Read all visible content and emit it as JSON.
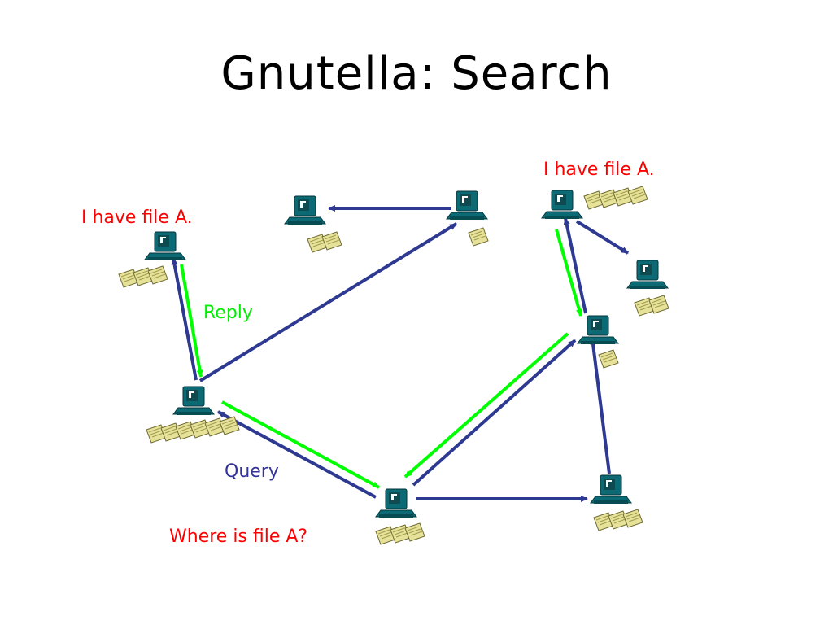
{
  "slide": {
    "title": "Gnutella: Search"
  },
  "labels": {
    "have_file_left": "I have file A.",
    "have_file_right": "I have file A.",
    "reply": "Reply",
    "query": "Query",
    "where": "Where is file A?"
  },
  "colors": {
    "query_arrow": "#2e3a91",
    "reply_arrow": "#00ff00",
    "label_red": "#ff0000",
    "label_green": "#00ee00",
    "label_blue": "#333399",
    "computer_teal": "#0b6a73",
    "file_yellow": "#e6e29a"
  },
  "icons": {
    "node": "computer-icon",
    "file": "file-icon"
  }
}
